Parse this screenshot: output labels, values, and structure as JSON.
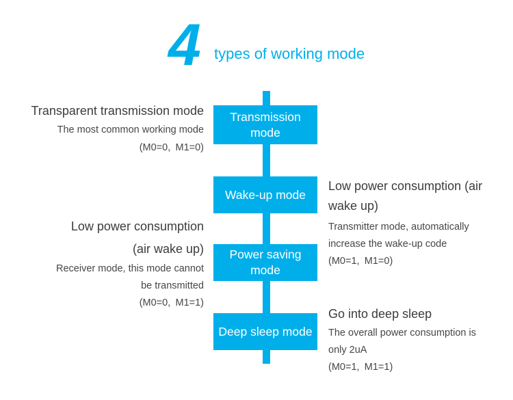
{
  "title": {
    "number": "4",
    "text": "types of working mode"
  },
  "colors": {
    "accent": "#00AFEA",
    "heading_text": "#3C3C3C",
    "detail_text": "#464646",
    "box_text": "#FFFFFF",
    "background": "#FFFFFF"
  },
  "modes": [
    {
      "box_lines": [
        "Transmission",
        "mode"
      ],
      "side": "left",
      "heading_lines": [
        "Transparent transmission mode"
      ],
      "detail_lines": [
        "The most common working mode",
        "(M0=0, M1=0)"
      ]
    },
    {
      "box_lines": [
        "Wake-up mode"
      ],
      "side": "right",
      "heading_lines": [
        "Low power consumption (air",
        "wake up)"
      ],
      "detail_lines": [
        "Transmitter mode, automatically",
        "increase the wake-up code",
        "(M0=1, M1=0)"
      ]
    },
    {
      "box_lines": [
        "Power saving",
        "mode"
      ],
      "side": "left",
      "heading_lines": [
        "Low power consumption",
        "(air wake up)"
      ],
      "detail_lines": [
        "Receiver mode, this mode cannot",
        "be transmitted",
        "(M0=0, M1=1)"
      ]
    },
    {
      "box_lines": [
        "Deep sleep mode"
      ],
      "side": "right",
      "heading_lines": [
        "Go into deep sleep"
      ],
      "detail_lines": [
        "The overall power consumption is",
        "only 2uA",
        "(M0=1, M1=1)"
      ]
    }
  ]
}
